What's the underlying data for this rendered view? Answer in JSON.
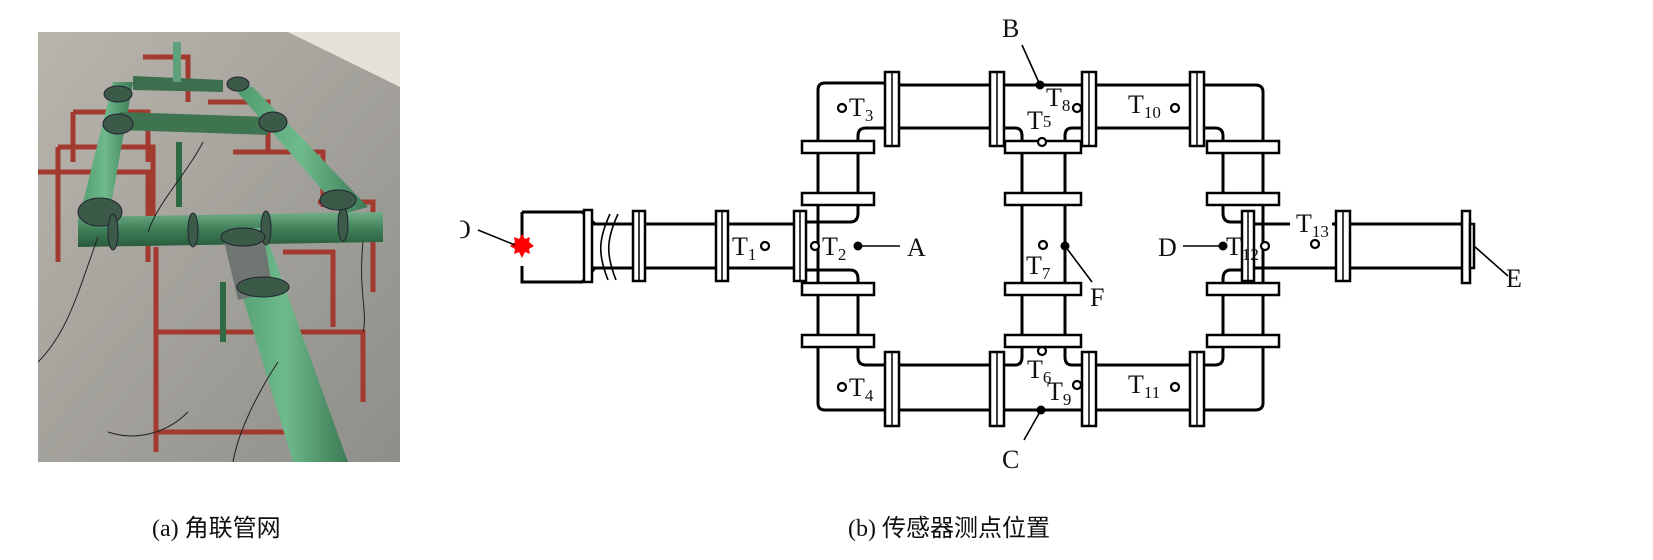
{
  "figure": {
    "panels": [
      {
        "id": "a",
        "type": "photo",
        "caption": "(a)  角联管网",
        "description": "Photo of green steel pipe network with flanged joints on red steel support frames"
      },
      {
        "id": "b",
        "type": "schematic",
        "caption": "(b)  传感器测点位置"
      }
    ]
  },
  "diagram": {
    "points": {
      "O": "O",
      "A": "A",
      "B": "B",
      "C": "C",
      "D": "D",
      "E": "E",
      "F": "F"
    },
    "sensors": [
      {
        "id": "T1",
        "main": "T",
        "sub": "1"
      },
      {
        "id": "T2",
        "main": "T",
        "sub": "2"
      },
      {
        "id": "T3",
        "main": "T",
        "sub": "3"
      },
      {
        "id": "T4",
        "main": "T",
        "sub": "4"
      },
      {
        "id": "T5",
        "main": "T",
        "sub": "5"
      },
      {
        "id": "T6",
        "main": "T",
        "sub": "6"
      },
      {
        "id": "T7",
        "main": "T",
        "sub": "7"
      },
      {
        "id": "T8",
        "main": "T",
        "sub": "8"
      },
      {
        "id": "T9",
        "main": "T",
        "sub": "9"
      },
      {
        "id": "T10",
        "main": "T",
        "sub": "10"
      },
      {
        "id": "T11",
        "main": "T",
        "sub": "11"
      },
      {
        "id": "T12",
        "main": "T",
        "sub": "12"
      },
      {
        "id": "T13",
        "main": "T",
        "sub": "13"
      }
    ],
    "colors": {
      "ignition": "#ff0000",
      "line": "#000000"
    }
  }
}
